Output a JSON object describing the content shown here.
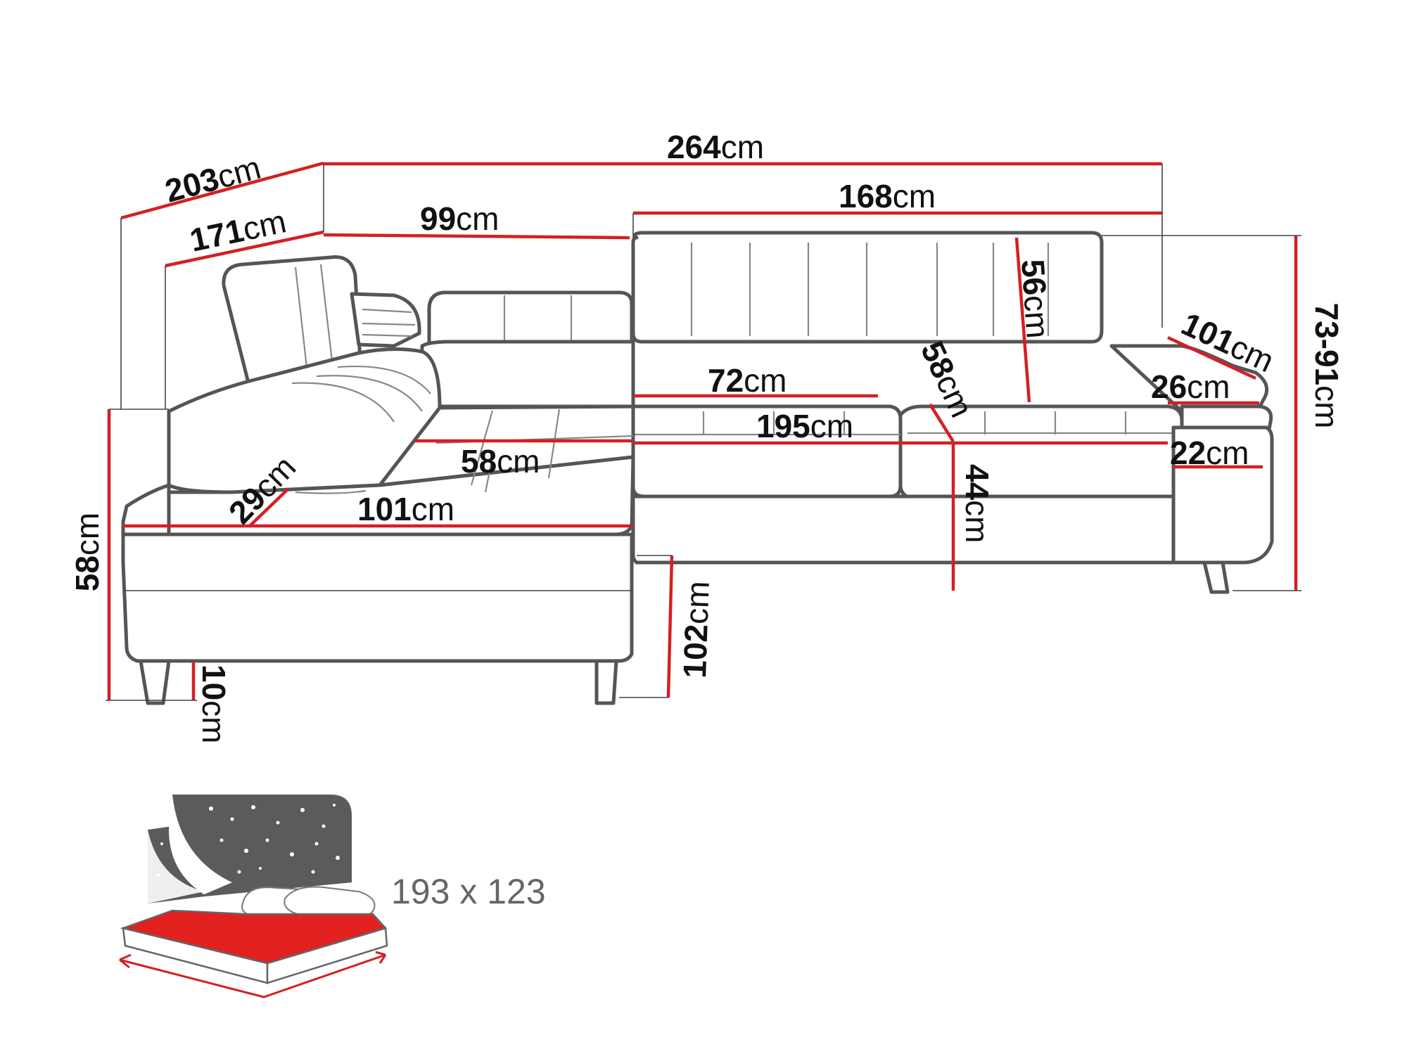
{
  "dimensions": {
    "total_width": {
      "value": "264",
      "unit": "cm"
    },
    "total_depth": {
      "value": "203",
      "unit": "cm"
    },
    "seat_depth_corner": {
      "value": "171",
      "unit": "cm"
    },
    "corner_back": {
      "value": "99",
      "unit": "cm"
    },
    "main_back": {
      "value": "168",
      "unit": "cm"
    },
    "headrest_height": {
      "value": "56",
      "unit": "cm"
    },
    "armrest_length": {
      "value": "101",
      "unit": "cm"
    },
    "height_range": {
      "value": "73-91",
      "unit": "cm"
    },
    "armrest_width": {
      "value": "26",
      "unit": "cm"
    },
    "seat_back_width": {
      "value": "72",
      "unit": "cm"
    },
    "seat_width": {
      "value": "195",
      "unit": "cm"
    },
    "seat_depth": {
      "value": "58",
      "unit": "cm"
    },
    "armrest_height": {
      "value": "22",
      "unit": "cm"
    },
    "seat_height": {
      "value": "44",
      "unit": "cm"
    },
    "chaise_back_width": {
      "value": "58",
      "unit": "cm"
    },
    "chaise_armrest": {
      "value": "29",
      "unit": "cm"
    },
    "chaise_width": {
      "value": "101",
      "unit": "cm"
    },
    "overall_height": {
      "value": "58",
      "unit": "cm"
    },
    "leg_height": {
      "value": "10",
      "unit": "cm"
    },
    "chaise_length": {
      "value": "102",
      "unit": "cm"
    }
  },
  "bed": {
    "size_label": "193 x 123",
    "icon": "sleeping-area-icon"
  },
  "colors": {
    "dimension_line": "#d42024",
    "outline": "#555555",
    "bed_surface": "#e2201f",
    "night_panel": "#5b5b5b"
  }
}
